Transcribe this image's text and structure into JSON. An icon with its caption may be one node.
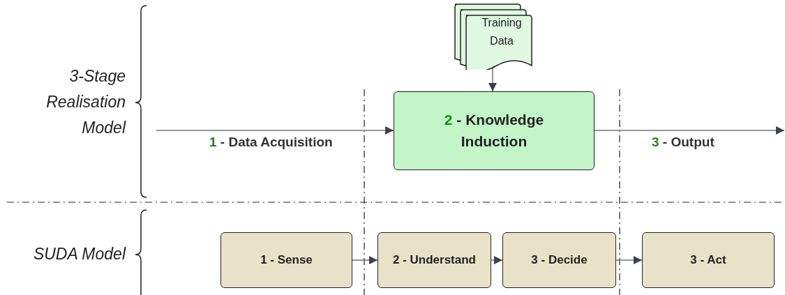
{
  "diagram": {
    "nodes": [
      {
        "text": [
          "Training Data"
        ]
      },
      {
        "text": [
          "2 - Knowledge Induction"
        ]
      },
      {
        "text": [
          "1 - Sense"
        ]
      },
      {
        "text": [
          "2 - Understand"
        ]
      },
      {
        "text": [
          "3 - Decide"
        ]
      },
      {
        "text": [
          "3 - Act"
        ]
      }
    ],
    "edges": [
      {
        "from": null,
        "to": 1,
        "arrow": "to",
        "label": "1 - Data Acquisition"
      },
      {
        "from": 1,
        "to": null,
        "arrow": "to",
        "label": "3 - Output"
      },
      {
        "from": 0,
        "to": 1,
        "arrow": "to"
      },
      {
        "from": 2,
        "to": 3,
        "arrow": "to"
      },
      {
        "from": 3,
        "to": 4,
        "arrow": "to"
      },
      {
        "from": 4,
        "to": 5,
        "arrow": "to"
      }
    ],
    "labels": [
      "3-Stage Realisation Model",
      "SUDA Model"
    ]
  }
}
